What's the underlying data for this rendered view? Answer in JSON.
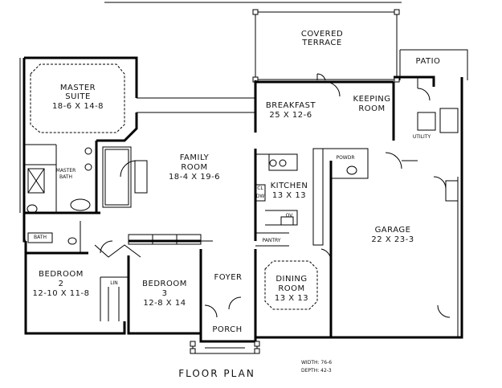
{
  "rooms": {
    "covered_terrace": [
      "COVERED",
      "TERRACE"
    ],
    "patio": "PATIO",
    "master_suite": [
      "MASTER",
      "SUITE",
      "18-6 X 14-8"
    ],
    "breakfast": [
      "BREAKFAST",
      "25 X 12-6"
    ],
    "keeping_room": [
      "KEEPING",
      "ROOM"
    ],
    "utility": "UTILITY",
    "family_room": [
      "FAMILY",
      "ROOM",
      "18-4 X 19-6"
    ],
    "master_bath": [
      "MASTER",
      "BATH"
    ],
    "kitchen": [
      "KITCHEN",
      "13 X 13"
    ],
    "garage": [
      "GARAGE",
      "22 X 23-3"
    ],
    "pantry": "PANTRY",
    "bath": "BATH",
    "bedroom2": [
      "BEDROOM",
      "2",
      "12-10 X 11-8"
    ],
    "bedroom3": [
      "BEDROOM",
      "3",
      "12-8 X 14"
    ],
    "foyer": "FOYER",
    "dining_room": [
      "DINING",
      "ROOM",
      "13 X 13"
    ],
    "porch": "PORCH",
    "linen": "LIN",
    "powder": "POWDR",
    "closet": "CL",
    "oven": "OV",
    "dishwasher": "DW"
  },
  "footer": {
    "title": "FLOOR PLAN",
    "width": "WIDTH: 76-6",
    "depth": "DEPTH: 42-3"
  }
}
